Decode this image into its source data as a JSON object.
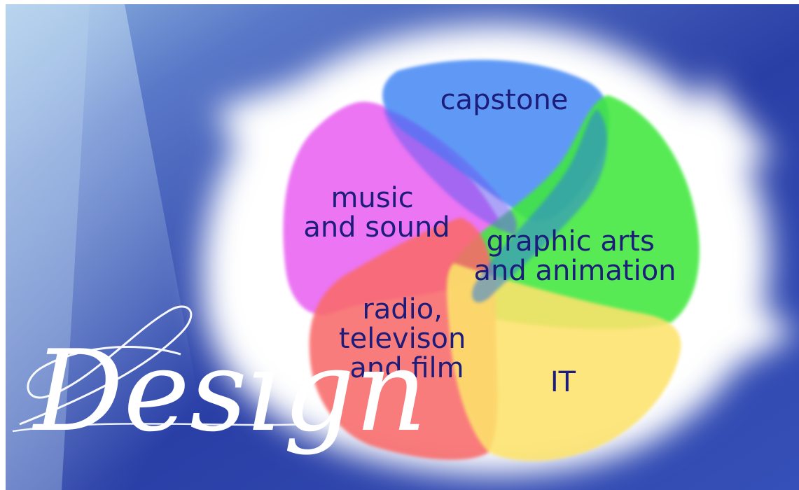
{
  "title": "Design",
  "diagram": {
    "type": "overlapping-petals",
    "petals": [
      {
        "id": "capstone",
        "lines": [
          "capstone"
        ],
        "color": "#4f8ff5"
      },
      {
        "id": "music",
        "lines": [
          "music",
          "and sound"
        ],
        "color": "#ea6bf2"
      },
      {
        "id": "graphic",
        "lines": [
          "graphic arts",
          "and animation"
        ],
        "color": "#3fe83c"
      },
      {
        "id": "radio",
        "lines": [
          "radio,",
          "televison",
          "and film"
        ],
        "color": "#f96a6a"
      },
      {
        "id": "it",
        "lines": [
          "IT"
        ],
        "color": "#fde36c"
      }
    ]
  },
  "colors": {
    "background_dark": "#1a2b8c",
    "background_mid": "#4f64c4",
    "glow": "#ffffff",
    "label_text": "#1c1c7a"
  }
}
